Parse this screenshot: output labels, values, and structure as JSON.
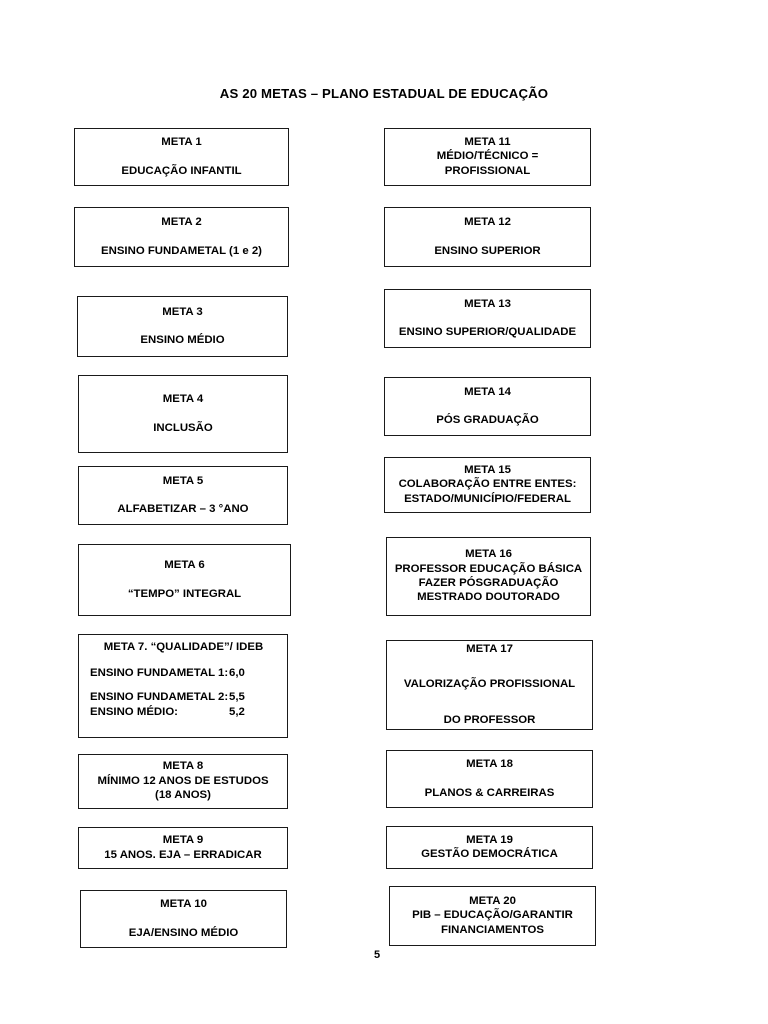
{
  "document": {
    "title": "AS 20 METAS – PLANO ESTADUAL DE EDUCAÇÃO",
    "page_number": "5"
  },
  "left_column": [
    {
      "heading": "META 1",
      "lines": [
        "EDUCAÇÃO INFANTIL"
      ]
    },
    {
      "heading": "META 2",
      "lines": [
        "ENSINO FUNDAMETAL (1 e 2)"
      ]
    },
    {
      "heading": "META 3",
      "lines": [
        "ENSINO MÉDIO"
      ]
    },
    {
      "heading": "META 4",
      "lines": [
        "INCLUSÃO"
      ]
    },
    {
      "heading": "META 5",
      "lines": [
        "ALFABETIZAR – 3 °ANO"
      ]
    },
    {
      "heading": "META 6",
      "lines": [
        "“TEMPO” INTEGRAL"
      ]
    },
    {
      "heading": "META 7.  “QUALIDADE”/ IDEB",
      "rows": [
        {
          "label": "ENSINO FUNDAMETAL 1:",
          "value": "6,0"
        },
        {
          "label": "ENSINO FUNDAMETAL 2:",
          "value": "5,5"
        },
        {
          "label": "ENSINO MÉDIO:",
          "value": "5,2"
        }
      ]
    },
    {
      "heading": "META 8",
      "lines": [
        "MÍNIMO 12 ANOS DE ESTUDOS",
        "(18 ANOS)"
      ]
    },
    {
      "heading": "META 9",
      "lines": [
        "15 ANOS. EJA – ERRADICAR"
      ]
    },
    {
      "heading": "META 10",
      "lines": [
        "EJA/ENSINO MÉDIO"
      ]
    }
  ],
  "right_column": [
    {
      "heading": "META 11",
      "lines": [
        "MÉDIO/TÉCNICO =",
        "PROFISSIONAL"
      ]
    },
    {
      "heading": "META 12",
      "lines": [
        "ENSINO SUPERIOR"
      ]
    },
    {
      "heading": "META 13",
      "lines": [
        "ENSINO SUPERIOR/QUALIDADE"
      ]
    },
    {
      "heading": "META 14",
      "lines": [
        "PÓS GRADUAÇÃO"
      ]
    },
    {
      "heading": "META 15",
      "lines": [
        "COLABORAÇÃO ENTRE ENTES:",
        "ESTADO/MUNICÍPIO/FEDERAL"
      ]
    },
    {
      "heading": "META 16",
      "lines": [
        "PROFESSOR EDUCAÇÃO BÁSICA",
        "FAZER PÓSGRADUAÇÃO",
        "MESTRADO DOUTORADO"
      ]
    },
    {
      "heading": "META 17",
      "lines": [
        "VALORIZAÇÃO PROFISSIONAL",
        "DO PROFESSOR"
      ]
    },
    {
      "heading": "META 18",
      "lines": [
        "PLANOS & CARREIRAS"
      ]
    },
    {
      "heading": "META 19",
      "lines": [
        "GESTÃO DEMOCRÁTICA"
      ]
    },
    {
      "heading": "META 20",
      "lines": [
        "PIB – EDUCAÇÃO/GARANTIR",
        "FINANCIAMENTOS"
      ]
    }
  ]
}
